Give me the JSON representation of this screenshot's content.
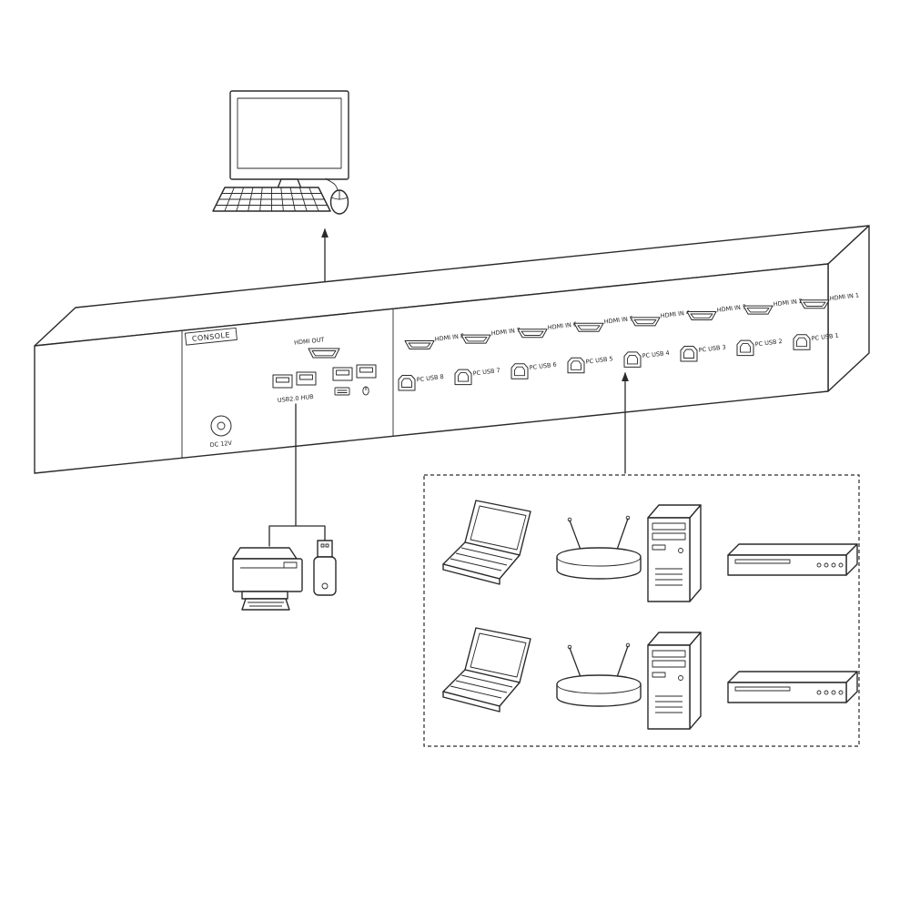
{
  "device": {
    "name": "8-port HDMI KVM switch",
    "console_label": "CONSOLE",
    "hdmi_out_label": "HDMI OUT",
    "dc_power_label": "DC 12V",
    "usb_hub_label": "USB2.0 HUB",
    "hdmi_in_labels": [
      "HDMI IN 8",
      "HDMI IN 7",
      "HDMI IN 6",
      "HDMI IN 5",
      "HDMI IN 4",
      "HDMI IN 3",
      "HDMI IN 2",
      "HDMI IN 1"
    ],
    "pc_usb_labels": [
      "PC USB 8",
      "PC USB 7",
      "PC USB 6",
      "PC USB 5",
      "PC USB 4",
      "PC USB 3",
      "PC USB 2",
      "PC USB 1"
    ]
  },
  "peripherals": {
    "console_devices": [
      "monitor-icon",
      "keyboard-icon",
      "mouse-icon"
    ],
    "usb_hub_devices": [
      "printer-icon",
      "usb-flash-drive-icon"
    ],
    "source_devices": [
      "laptop-icon",
      "wireless-router-icon",
      "desktop-pc-icon",
      "dvd-player-icon"
    ],
    "source_rows": 2
  },
  "colors": {
    "line": "#2a2a2a",
    "background": "#ffffff"
  }
}
